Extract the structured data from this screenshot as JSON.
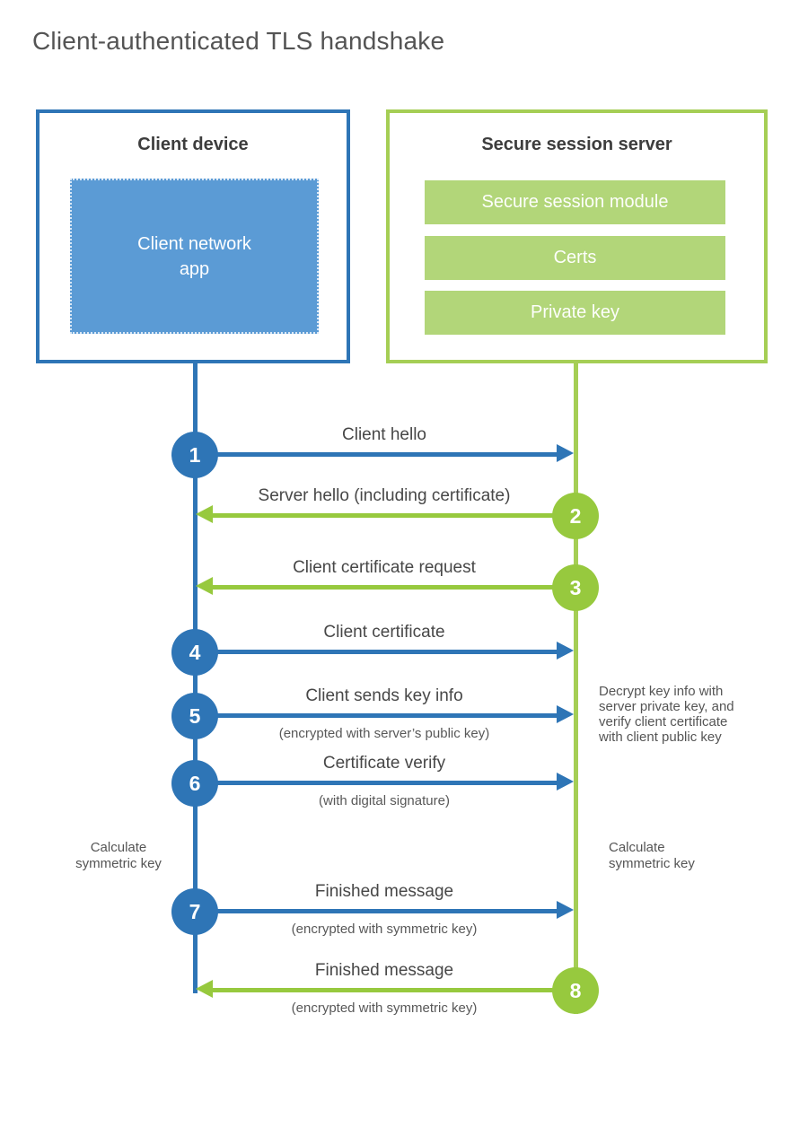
{
  "title": "Client-authenticated TLS handshake",
  "colors": {
    "client_blue": "#2e75b6",
    "client_app_fill": "#5b9bd5",
    "server_circle_green": "#97c93e",
    "server_border_green": "#a5ce55",
    "server_bar_fill": "#b2d679",
    "label_text": "#474747",
    "muted_text": "#585858"
  },
  "client": {
    "title": "Client device",
    "app_label": "Client network\napp"
  },
  "server": {
    "title": "Secure session server",
    "modules": [
      {
        "label": "Secure session module"
      },
      {
        "label": "Certs"
      },
      {
        "label": "Private key"
      }
    ]
  },
  "steps": [
    {
      "num": "1",
      "from": "client",
      "direction": "right",
      "label": "Client hello",
      "sub": ""
    },
    {
      "num": "2",
      "from": "server",
      "direction": "left",
      "label": "Server hello (including certificate)",
      "sub": ""
    },
    {
      "num": "3",
      "from": "server",
      "direction": "left",
      "label": "Client certificate request",
      "sub": ""
    },
    {
      "num": "4",
      "from": "client",
      "direction": "right",
      "label": "Client certificate",
      "sub": ""
    },
    {
      "num": "5",
      "from": "client",
      "direction": "right",
      "label": "Client sends key info",
      "sub": "(encrypted with server’s public key)"
    },
    {
      "num": "6",
      "from": "client",
      "direction": "right",
      "label": "Certificate verify",
      "sub": "(with digital signature)"
    },
    {
      "num": "7",
      "from": "client",
      "direction": "right",
      "label": "Finished message",
      "sub": "(encrypted with symmetric key)"
    },
    {
      "num": "8",
      "from": "server",
      "direction": "left",
      "label": "Finished message",
      "sub": "(encrypted with symmetric key)"
    }
  ],
  "annotations": {
    "server_note": "Decrypt key info with\nserver private key, and\nverify client certificate\nwith client public key",
    "client_calc": "Calculate\nsymmetric key",
    "server_calc": "Calculate\nsymmetric key"
  }
}
